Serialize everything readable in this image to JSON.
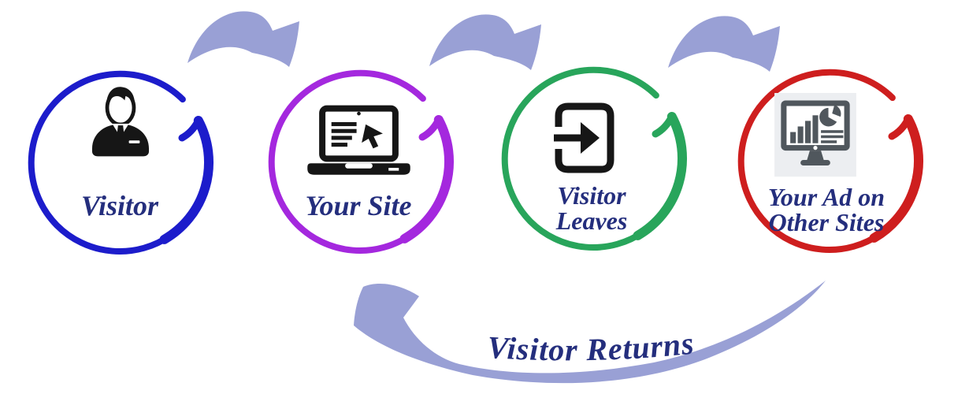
{
  "diagram": {
    "palette": {
      "flow_arrow": "#99A0D5",
      "label_text": "#242E7D",
      "icon_black": "#161616",
      "monitor_gray": "#50575D",
      "monitor_bg": "#ECEEF1"
    },
    "steps": [
      {
        "name": "visitor",
        "icon": "businessman-icon",
        "ring_color": "#1C1CCB",
        "label_line1": "Visitor",
        "label_line2": ""
      },
      {
        "name": "your-site",
        "icon": "laptop-icon",
        "ring_color": "#A428DE",
        "label_line1": "Your Site",
        "label_line2": ""
      },
      {
        "name": "visitor-leaves",
        "icon": "exit-icon",
        "ring_color": "#28A55B",
        "label_line1": "Visitor",
        "label_line2": "Leaves"
      },
      {
        "name": "your-ad",
        "icon": "monitor-analytics-icon",
        "ring_color": "#CE1E1E",
        "label_line1": "Your Ad on",
        "label_line2": "Other Sites"
      }
    ],
    "return_arrow_label": "Visitor Returns"
  }
}
